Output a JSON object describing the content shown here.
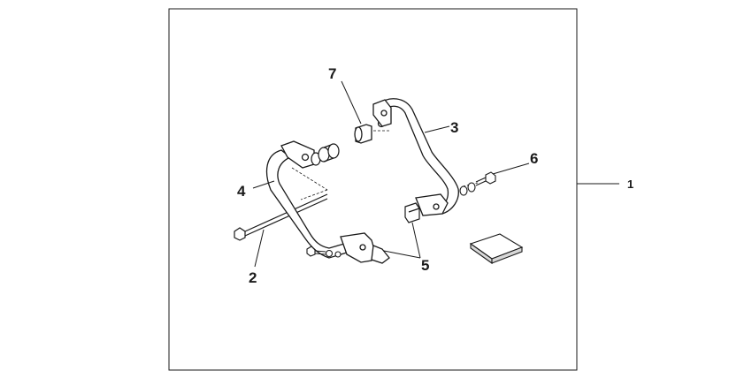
{
  "diagram": {
    "assembly_number": "1",
    "callouts": [
      {
        "id": "2"
      },
      {
        "id": "3"
      },
      {
        "id": "4"
      },
      {
        "id": "5"
      },
      {
        "id": "6"
      },
      {
        "id": "7"
      }
    ]
  },
  "colors": {
    "line": "#1a1a1a",
    "paper": "#ffffff",
    "shade": "#d8d8d8"
  }
}
